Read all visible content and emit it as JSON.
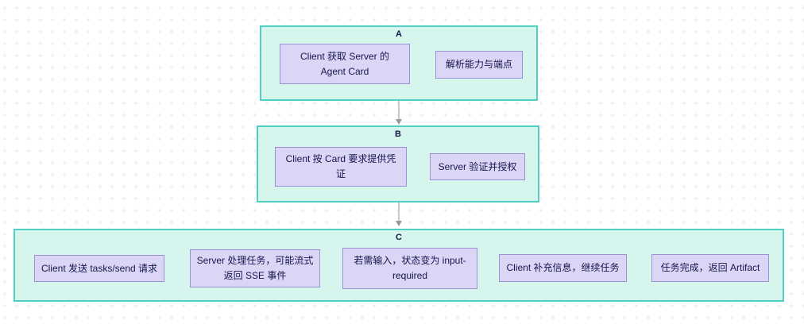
{
  "diagram": {
    "colors": {
      "group_fill": "#d6f5ec",
      "group_border": "#4fd0c3",
      "node_fill": "#dcd6f6",
      "node_border": "#9c8fd4",
      "text": "#15154d",
      "arrow_line": "#c9c9c9",
      "arrow_head": "#95989e",
      "grid_dot": "#e9e9e9"
    },
    "groups": [
      {
        "label": "A",
        "nodes": [
          {
            "lines": [
              "Client 获取 Server 的",
              "Agent Card"
            ]
          },
          {
            "lines": [
              "解析能力与端点"
            ]
          }
        ]
      },
      {
        "label": "B",
        "nodes": [
          {
            "lines": [
              "Client 按 Card 要求提供凭",
              "证"
            ]
          },
          {
            "lines": [
              "Server 验证并授权"
            ]
          }
        ]
      },
      {
        "label": "C",
        "nodes": [
          {
            "lines": [
              "Client 发送 tasks/send 请求"
            ]
          },
          {
            "lines": [
              "Server 处理任务，可能流式",
              "返回 SSE 事件"
            ]
          },
          {
            "lines": [
              "若需输入，状态变为 input-",
              "required"
            ]
          },
          {
            "lines": [
              "Client 补充信息，继续任务"
            ]
          },
          {
            "lines": [
              "任务完成，返回 Artifact"
            ]
          }
        ]
      }
    ]
  }
}
